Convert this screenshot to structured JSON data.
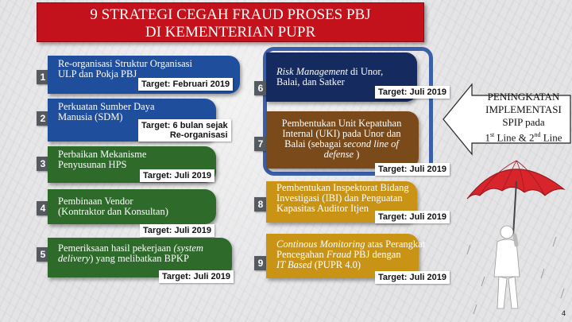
{
  "title": {
    "line1": "9 STRATEGI CEGAH FRAUD PROSES PBJ",
    "line2": "DI KEMENTERIAN PUPR"
  },
  "strategies": [
    {
      "number": "1",
      "lines": [
        "Re-organisasi   Struktur   Organisasi",
        "ULP dan Pokja PBJ"
      ],
      "target": "Target: Februari 2019"
    },
    {
      "number": "2",
      "lines": [
        "Perkuatan Sumber Daya",
        "Manusia (SDM)"
      ],
      "target": "Target: 6 bulan sejak",
      "target2": "Re-organisasi"
    },
    {
      "number": "3",
      "lines": [
        "Perbaikan Mekanisme",
        "Penyusunan HPS"
      ],
      "target": "Target: Juli 2019"
    },
    {
      "number": "4",
      "lines": [
        "Pembinaan Vendor",
        "(Kontraktor dan Konsultan)"
      ],
      "target": "Target: Juli 2019"
    },
    {
      "number": "5",
      "line1_pre": "Pemeriksaan hasil pekerjaan ",
      "line1_it": "(system",
      "line2_it": "delivery",
      "line2_post": ") yang melibatkan BPKP",
      "target": "Target: Juli 2019"
    },
    {
      "number": "6",
      "line1_it": "Risk Management",
      "line1_post": " di Unor,",
      "line2": "Balai, dan Satker",
      "target": "Target: Juli 2019"
    },
    {
      "number": "7",
      "line1": "Pembentukan Unit Kepatuhan",
      "line2": "Internal (UKI) pada Unor dan",
      "line3_pre": "Balai (sebagai ",
      "line3_it": "second line of",
      "line4_it": "defense",
      "line4_post": " )",
      "target": "Target: Juli 2019"
    },
    {
      "number": "8",
      "lines": [
        "Pembentukan Inspektorat Bidang",
        "Investigasi (IBI) dan Penguatan",
        "Kapasitas Auditor Itjen"
      ],
      "target": "Target: Juli 2019"
    },
    {
      "number": "9",
      "line1_it": "Continous Monitoring",
      "line1_post": " atas Perangkat",
      "line2_pre": "Pencegahan ",
      "line2_it": "Fraud",
      "line2_post": " PBJ dengan",
      "line3_it": "IT Based",
      "line3_post": "  (PUPR 4.0)",
      "target": "Target: Juli 2019"
    }
  ],
  "callout": {
    "line1": "PENINGKATAN",
    "line2": "IMPLEMENTASI",
    "line3": "SPIP pada",
    "line4_a": "1",
    "line4_sup1": "st",
    "line4_b": " Line & 2",
    "line4_sup2": "nd",
    "line4_c": " Line"
  },
  "page_number": "4",
  "colors": {
    "title_bg": "#c3121c",
    "blue": "#1f4f9c",
    "green": "#2e6b2a",
    "navy": "#152a5e",
    "brown": "#7a4a1a",
    "gold": "#c99415",
    "frame": "#3b5fa8",
    "umbrella": "#d8242b"
  },
  "icons": [
    "umbrella-figure-illustration",
    "right-arrow-callout"
  ]
}
